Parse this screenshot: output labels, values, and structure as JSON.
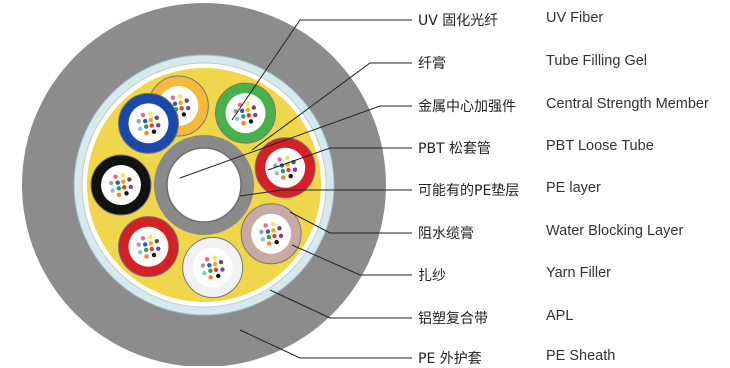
{
  "labels": [
    {
      "cn": "UV 固化光纤",
      "en": "UV Fiber"
    },
    {
      "cn": "纤膏",
      "en": "Tube Filling Gel"
    },
    {
      "cn": "金属中心加强件",
      "en": "Central Strength Member"
    },
    {
      "cn": "PBT 松套管",
      "en": "PBT Loose Tube"
    },
    {
      "cn": "可能有的PE垫层",
      "en": "PE layer"
    },
    {
      "cn": "阻水缆膏",
      "en": "Water Blocking Layer"
    },
    {
      "cn": "扎纱",
      "en": "Yarn Filler"
    },
    {
      "cn": "铝塑复合带",
      "en": "APL"
    },
    {
      "cn": "PE 外护套",
      "en": "PE Sheath"
    }
  ],
  "colors": {
    "sheath": "#8c8c8c",
    "apl": "#d6e9ef",
    "yarn": "#ffffff",
    "filling_compound": "#f0d64a",
    "central_member_ring": "#8a8a8a",
    "central_member_core": "#ffffff",
    "tube_colors": [
      "#f5b93c",
      "#4ab04a",
      "#d42027",
      "#c8a9a4",
      "#f2f2f2",
      "#d42027",
      "#111111",
      "#1c49a8"
    ],
    "leader_line": "#222222"
  }
}
